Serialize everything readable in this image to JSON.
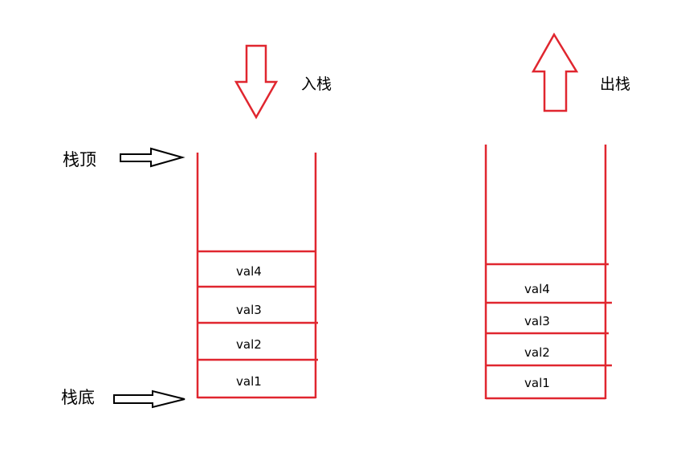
{
  "labels": {
    "push": "入栈",
    "pop": "出栈",
    "top": "栈顶",
    "bottom": "栈底"
  },
  "left_stack": {
    "items": [
      "val4",
      "val3",
      "val2",
      "val1"
    ]
  },
  "right_stack": {
    "items": [
      "val4",
      "val3",
      "val2",
      "val1"
    ]
  },
  "colors": {
    "stack": "#e0262f",
    "pointer": "#000000",
    "text": "#000000"
  }
}
